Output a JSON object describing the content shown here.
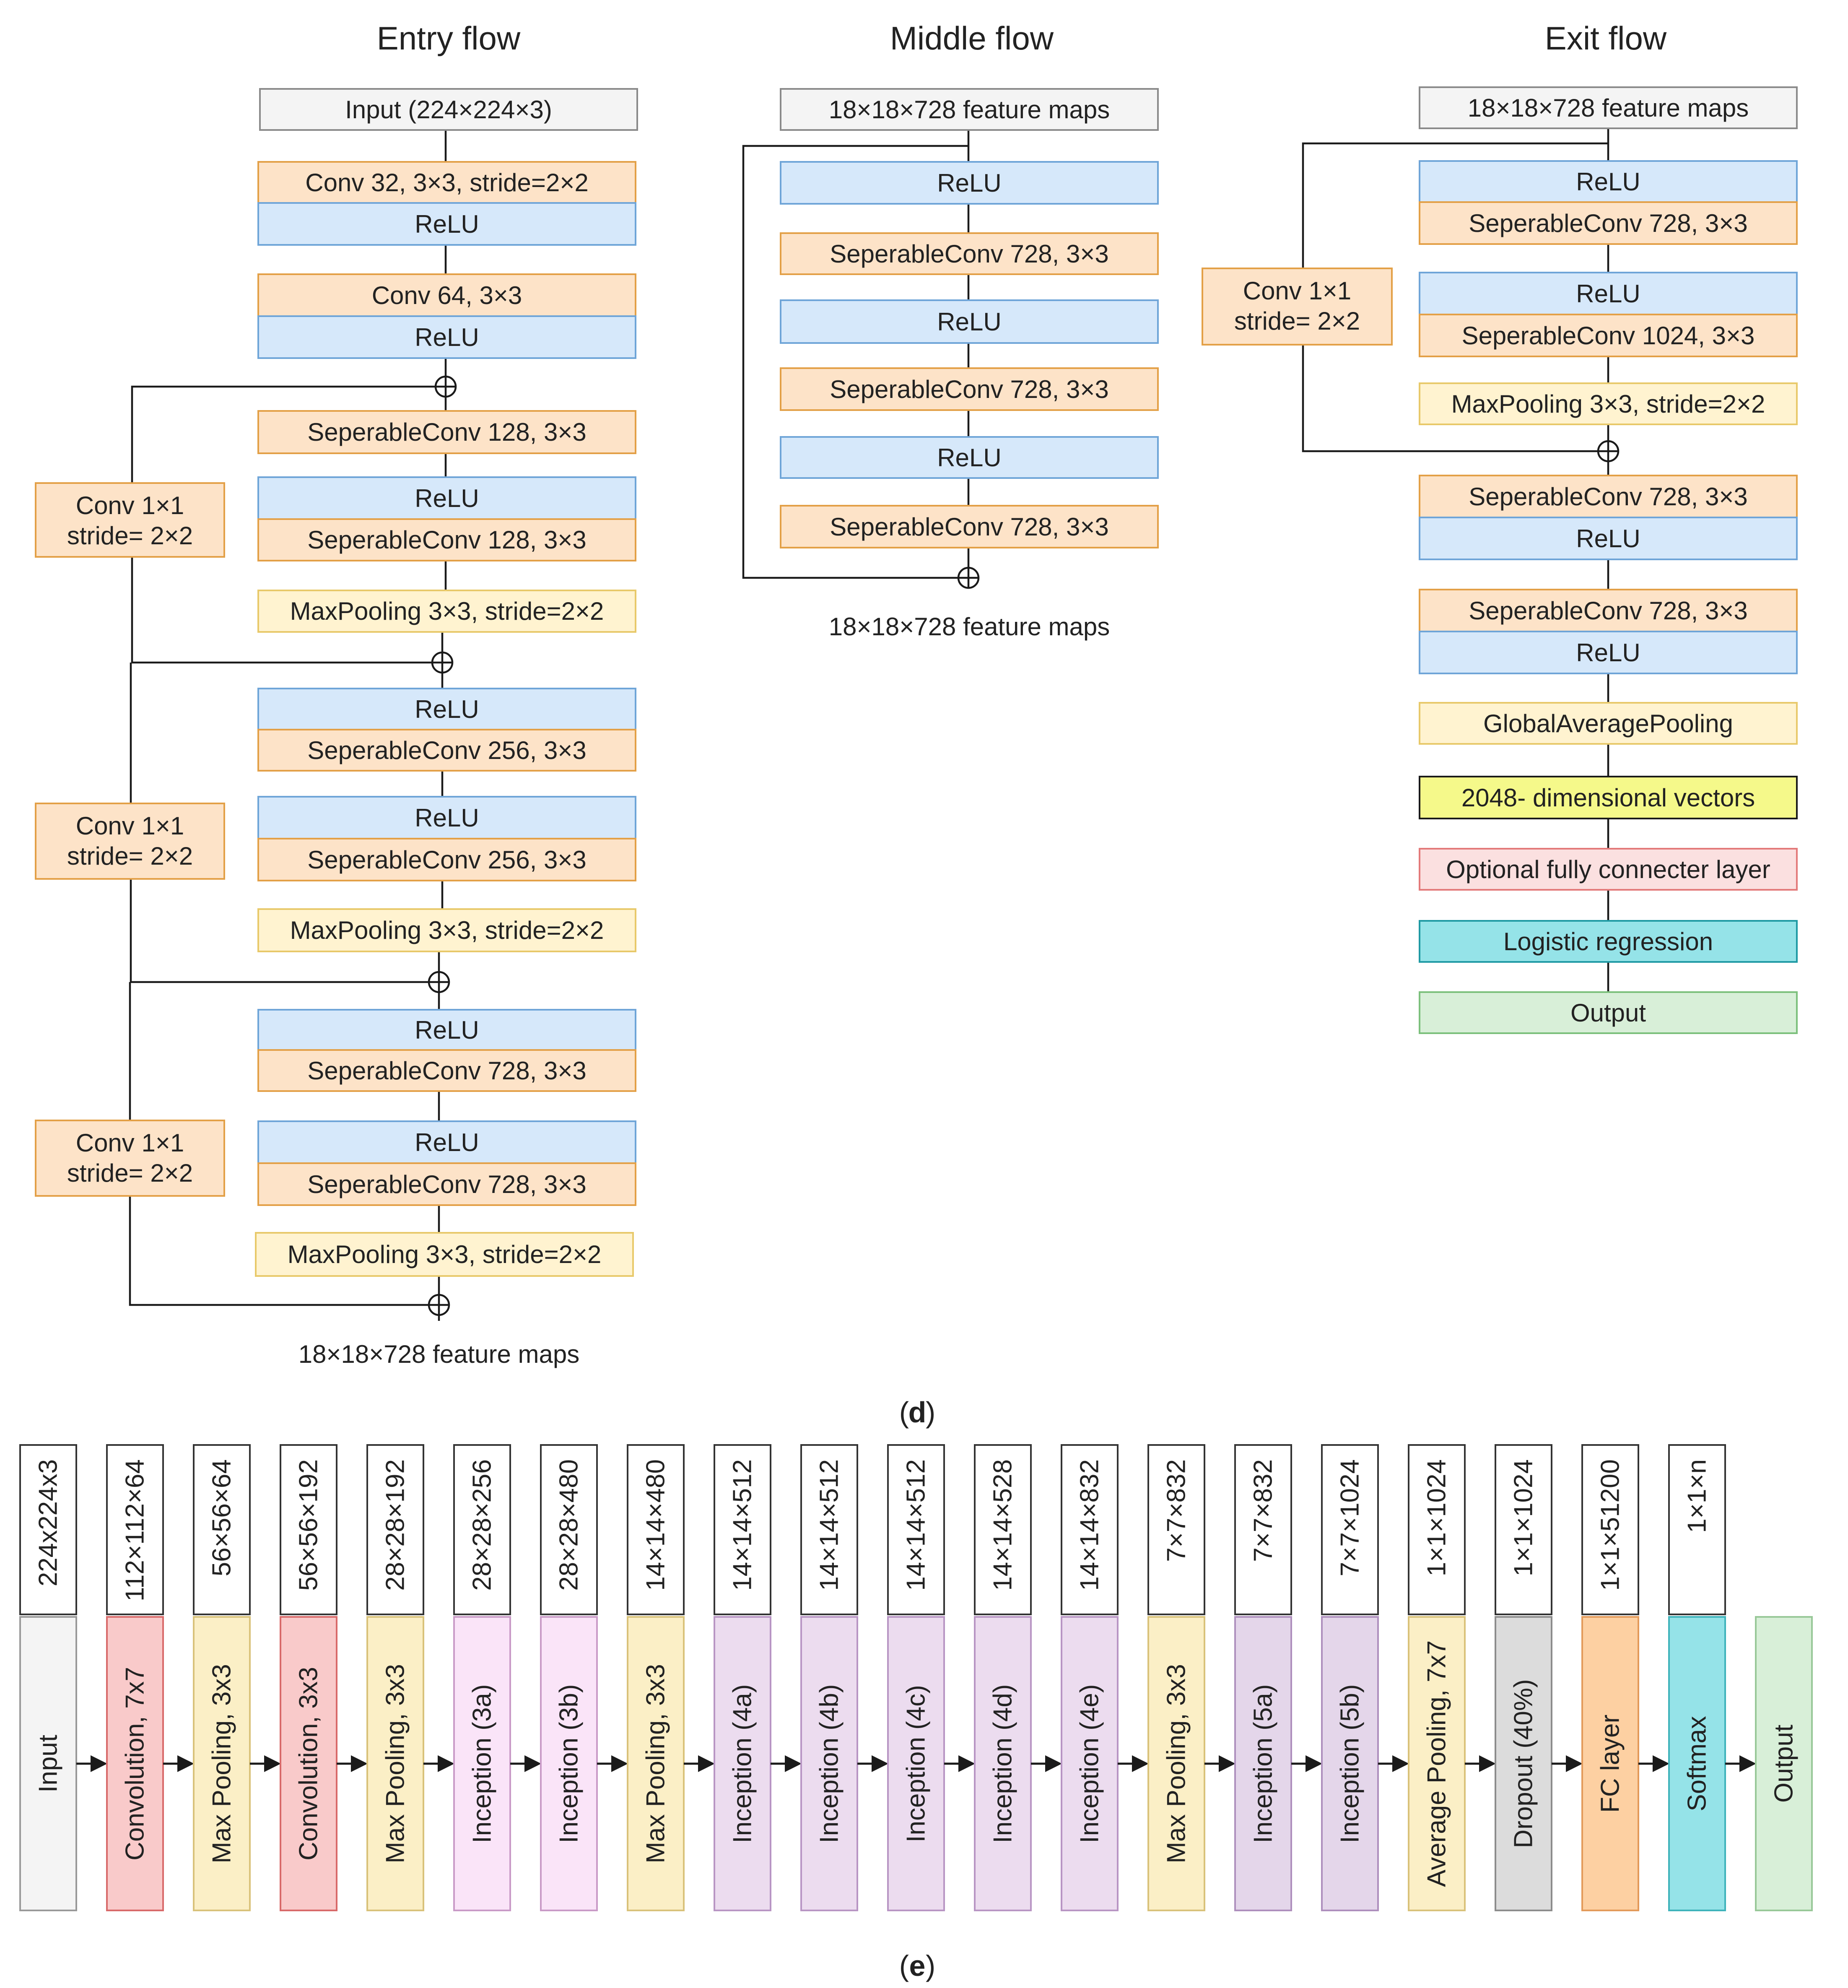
{
  "panel_d": {
    "label": "d",
    "colors": {
      "input": "#f4f4f4",
      "conv": "#fde3c8",
      "relu": "#d6e8fa",
      "pool": "#fff3d0",
      "vector": "#f5f98a",
      "fc": "#fbe0e0",
      "logistic": "#95e3e8",
      "output": "#d8efd8"
    },
    "entry": {
      "title": "Entry flow",
      "input": "Input (224×224×3)",
      "conv1": "Conv 32, 3×3,  stride=2×2",
      "relu1": "ReLU",
      "conv2": "Conv 64, 3×3",
      "relu2": "ReLU",
      "b1_sep1": "SeperableConv 128, 3×3",
      "b1_relu": "ReLU",
      "b1_sep2": "SeperableConv 128, 3×3",
      "b1_pool": "MaxPooling 3×3, stride=2×2",
      "b2_relu1": "ReLU",
      "b2_sep1": "SeperableConv 256, 3×3",
      "b2_relu2": "ReLU",
      "b2_sep2": "SeperableConv 256, 3×3",
      "b2_pool": "MaxPooling 3×3, stride=2×2",
      "b3_relu1": "ReLU",
      "b3_sep1": "SeperableConv 728, 3×3",
      "b3_relu2": "ReLU",
      "b3_sep2": "SeperableConv 728, 3×3",
      "b3_pool": "MaxPooling 3×3, stride=2×2",
      "skip_l1": "Conv 1×1",
      "skip_l2": "stride= 2×2",
      "output": "18×18×728 feature maps"
    },
    "middle": {
      "title": "Middle flow",
      "input": "18×18×728 feature maps",
      "relu1": "ReLU",
      "sep1": "SeperableConv 728, 3×3",
      "relu2": "ReLU",
      "sep2": "SeperableConv 728, 3×3",
      "relu3": "ReLU",
      "sep3": "SeperableConv 728, 3×3",
      "output": "18×18×728 feature maps"
    },
    "exit": {
      "title": "Exit flow",
      "input": "18×18×728 feature maps",
      "relu1": "ReLU",
      "sep1": "SeperableConv 728, 3×3",
      "relu2": "ReLU",
      "sep2": "SeperableConv 1024, 3×3",
      "pool": "MaxPooling 3×3, stride=2×2",
      "skip_l1": "Conv 1×1",
      "skip_l2": "stride= 2×2",
      "sep3": "SeperableConv 728, 3×3",
      "relu3": "ReLU",
      "sep4": "SeperableConv 728, 3×3",
      "relu4": "ReLU",
      "gap": "GlobalAveragePooling",
      "vec": "2048- dimensional vectors",
      "fc": "Optional fully connecter layer",
      "logistic": "Logistic regression",
      "output": "Output"
    }
  },
  "panel_e": {
    "label": "e",
    "layers": [
      {
        "name": "Input",
        "shape": "224x224x3",
        "color": "#f4f4f4",
        "border": "#999999"
      },
      {
        "name": "Convolution, 7x7",
        "shape": "112×112×64",
        "color": "#f9caca",
        "border": "#d86a6a"
      },
      {
        "name": "Max Pooling, 3x3",
        "shape": "56×56×64",
        "color": "#fbefc6",
        "border": "#d9c27a"
      },
      {
        "name": "Convolution, 3x3",
        "shape": "56×56×192",
        "color": "#f9caca",
        "border": "#d86a6a"
      },
      {
        "name": "Max Pooling, 3x3",
        "shape": "28×28×192",
        "color": "#fbefc6",
        "border": "#d9c27a"
      },
      {
        "name": "Inception (3a)",
        "shape": "28×28×256",
        "color": "#fae4f8",
        "border": "#c99ac7"
      },
      {
        "name": "Inception (3b)",
        "shape": "28×28×480",
        "color": "#fae4f8",
        "border": "#c99ac7"
      },
      {
        "name": "Max Pooling, 3x3",
        "shape": "14×14×480",
        "color": "#fbefc6",
        "border": "#d9c27a"
      },
      {
        "name": "Inception (4a)",
        "shape": "14×14×512",
        "color": "#ecdcef",
        "border": "#b895c4"
      },
      {
        "name": "Inception (4b)",
        "shape": "14×14×512",
        "color": "#ecdcef",
        "border": "#b895c4"
      },
      {
        "name": "Inception (4c)",
        "shape": "14×14×512",
        "color": "#ecdcef",
        "border": "#b895c4"
      },
      {
        "name": "Inception (4d)",
        "shape": "14×14×528",
        "color": "#ecdcef",
        "border": "#b895c4"
      },
      {
        "name": "Inception (4e)",
        "shape": "14×14×832",
        "color": "#ecdcef",
        "border": "#b895c4"
      },
      {
        "name": "Max Pooling, 3x3",
        "shape": "7×7×832",
        "color": "#fbefc6",
        "border": "#d9c27a"
      },
      {
        "name": "Inception (5a)",
        "shape": "7×7×832",
        "color": "#e4d6ea",
        "border": "#ae8fbd"
      },
      {
        "name": "Inception (5b)",
        "shape": "7×7×1024",
        "color": "#e4d6ea",
        "border": "#ae8fbd"
      },
      {
        "name": "Average Pooling, 7x7",
        "shape": "1×1×1024",
        "color": "#fbefc6",
        "border": "#d9c27a"
      },
      {
        "name": "Dropout (40%)",
        "shape": "1×1×1024",
        "color": "#dcdcdc",
        "border": "#8c8c8c"
      },
      {
        "name": "FC layer",
        "shape": "1×1×51200",
        "color": "#fdd0a2",
        "border": "#e39a5a"
      },
      {
        "name": "Softmax",
        "shape": "1×1×n",
        "color": "#95e3e8",
        "border": "#3fb3bb"
      },
      {
        "name": "Output",
        "shape": "",
        "color": "#d8efd8",
        "border": "#98c898"
      }
    ]
  }
}
